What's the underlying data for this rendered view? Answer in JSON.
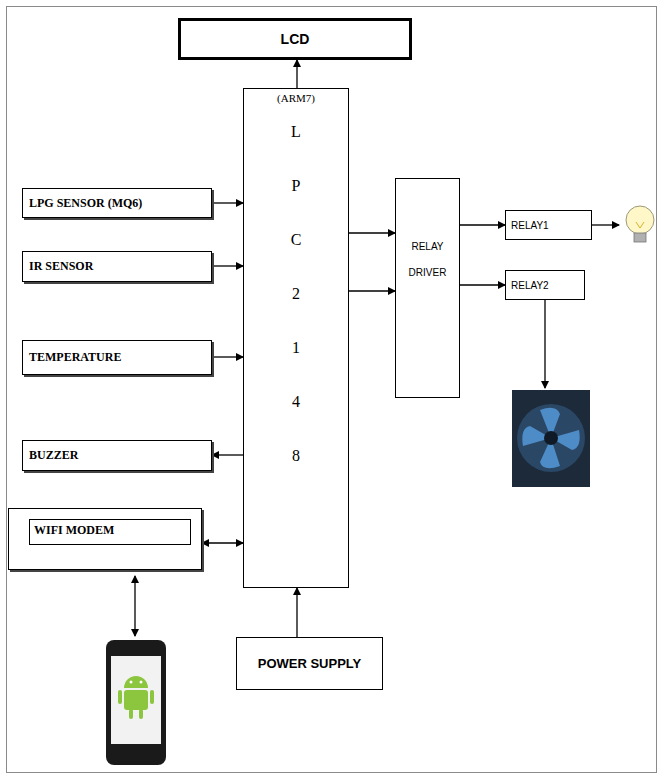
{
  "diagram": {
    "nodes": [
      {
        "text": [
          "LCD"
        ]
      },
      {
        "text": [
          "(ARM7)",
          "L P C 2 1 4 8"
        ]
      },
      {
        "text": [
          "LPG SENSOR (MQ6)"
        ]
      },
      {
        "text": [
          "IR SENSOR"
        ]
      },
      {
        "text": [
          "TEMPERATURE"
        ]
      },
      {
        "text": [
          "BUZZER"
        ]
      },
      {
        "text": [
          "WIFI MODEM"
        ]
      },
      {
        "text": [
          "RELAY DRIVER"
        ]
      },
      {
        "text": [
          "RELAY1"
        ]
      },
      {
        "text": [
          "RELAY2"
        ]
      },
      {
        "text": [
          "POWER SUPPLY"
        ]
      }
    ],
    "edges": [
      {
        "from": 1,
        "to": 0,
        "arrow": "to"
      },
      {
        "from": 2,
        "to": 1,
        "arrow": "to"
      },
      {
        "from": 3,
        "to": 1,
        "arrow": "to"
      },
      {
        "from": 4,
        "to": 1,
        "arrow": "to"
      },
      {
        "from": 1,
        "to": 5,
        "arrow": "to"
      },
      {
        "from": 1,
        "to": 6,
        "arrow": "both"
      },
      {
        "from": 1,
        "to": 7,
        "arrow": "to"
      },
      {
        "from": 1,
        "to": 7,
        "arrow": "to"
      },
      {
        "from": 7,
        "to": 8,
        "arrow": "to"
      },
      {
        "from": 7,
        "to": 9,
        "arrow": "to"
      },
      {
        "from": 10,
        "to": 1,
        "arrow": "to"
      }
    ]
  }
}
